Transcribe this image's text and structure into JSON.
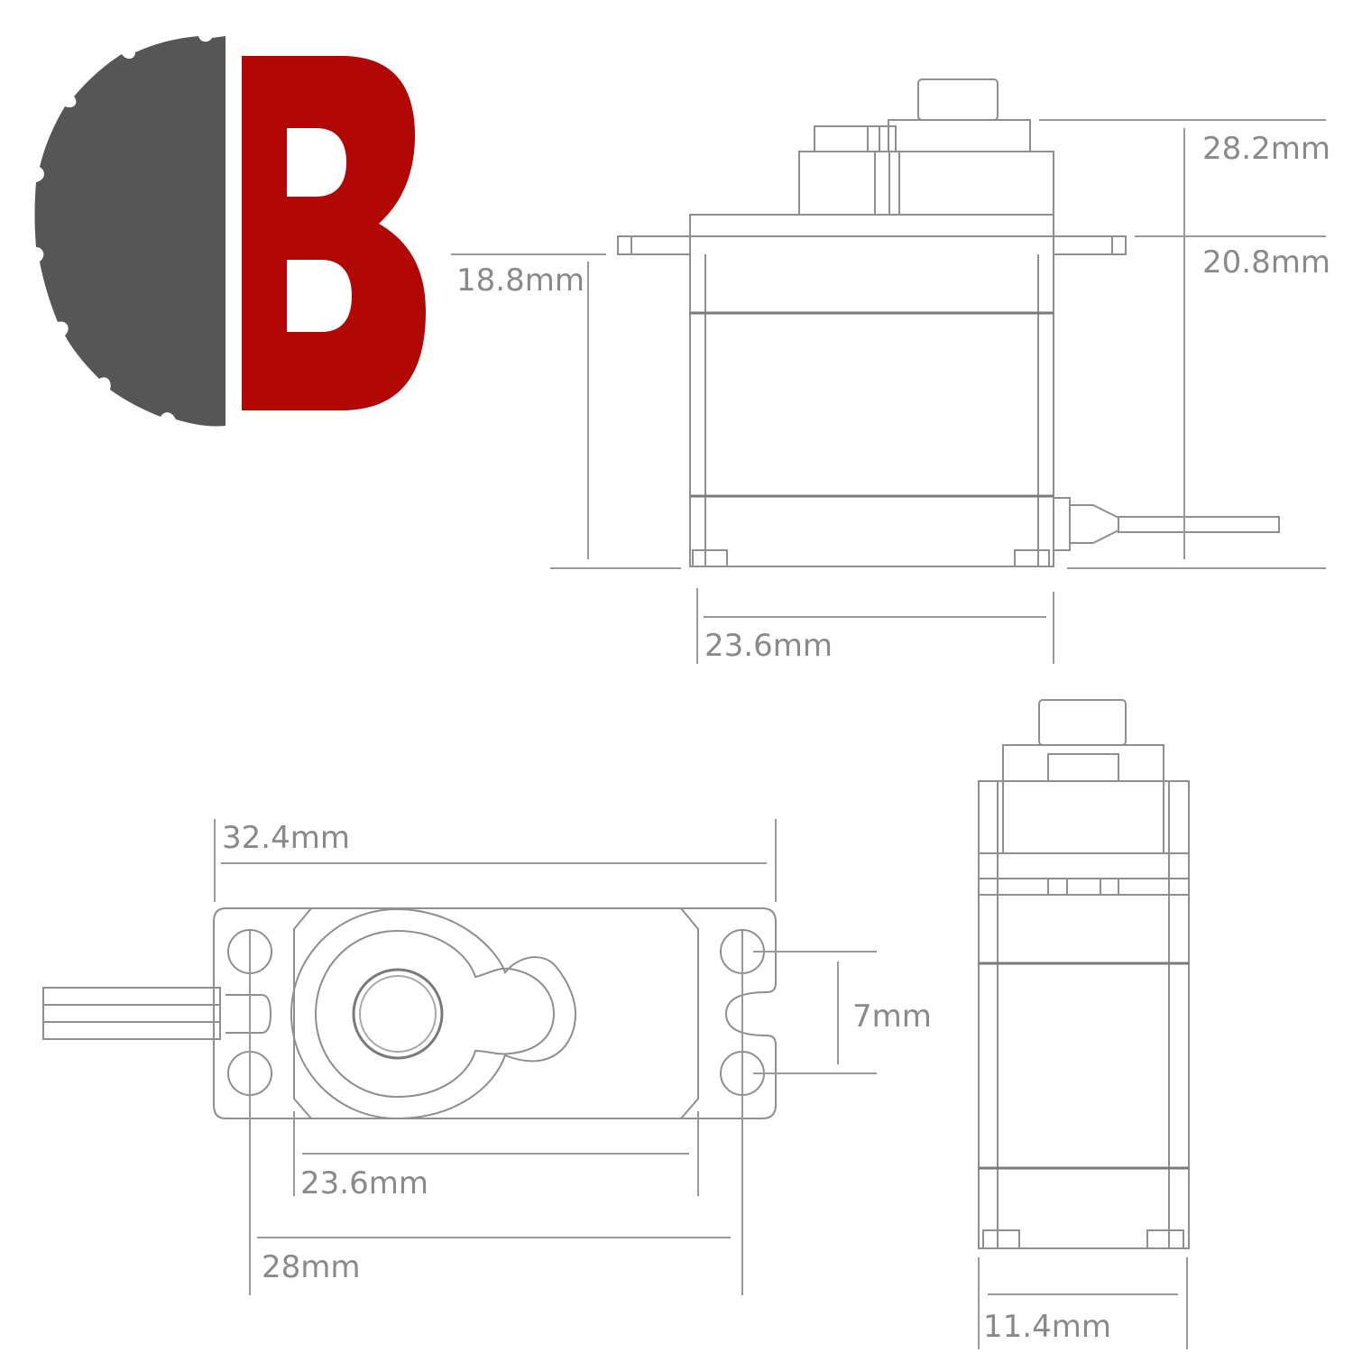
{
  "logo": {
    "name": "B logo",
    "gear_color": "#565656",
    "letter_color": "#b10805"
  },
  "colors": {
    "line": "#8f8f8f",
    "text": "#8a8a8a",
    "background": "#ffffff"
  },
  "front_view": {
    "dims": {
      "total_height": "28.2mm",
      "body_height": "20.8mm",
      "mount_height": "18.8mm",
      "body_width": "23.6mm"
    }
  },
  "top_view": {
    "dims": {
      "overall_length": "32.4mm",
      "hole_spacing_vertical": "7mm",
      "body_length": "23.6mm",
      "hole_spacing_horizontal": "28mm"
    }
  },
  "side_view": {
    "dims": {
      "body_depth": "11.4mm"
    }
  }
}
